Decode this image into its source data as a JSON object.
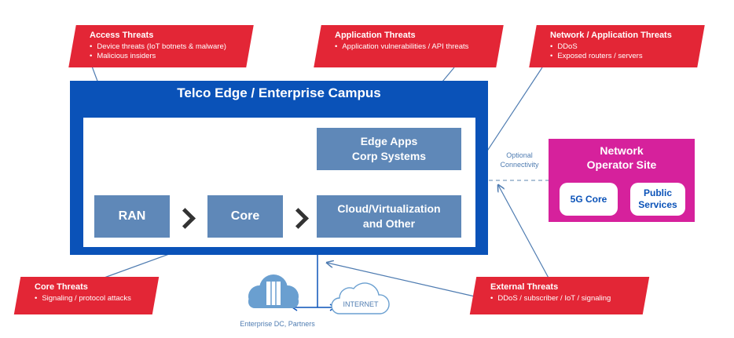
{
  "campus": {
    "title": "Telco Edge / Enterprise Campus",
    "blocks": {
      "edge_apps": "Edge Apps\nCorp Systems",
      "ran": "RAN",
      "core": "Core",
      "cloud": "Cloud/Virtualization\nand Other"
    }
  },
  "operator": {
    "title": "Network\nOperator Site",
    "core_5g": "5G Core",
    "public_services": "Public\nServices"
  },
  "optional_connectivity": "Optional\nConnectivity",
  "enterprise_dc": "Enterprise DC, Partners",
  "internet": "INTERNET",
  "threats": {
    "access": {
      "title": "Access Threats",
      "items": [
        "Device threats (IoT botnets & malware)",
        "Malicious insiders"
      ]
    },
    "application": {
      "title": "Application Threats",
      "items": [
        "Application vulnerabilities / API threats"
      ]
    },
    "network_application": {
      "title": "Network / Application Threats",
      "items": [
        "DDoS",
        "Exposed routers / servers"
      ]
    },
    "core": {
      "title": "Core Threats",
      "items": [
        "Signaling / protocol attacks"
      ]
    },
    "external": {
      "title": "External Threats",
      "items": [
        "DDoS / subscriber / IoT / signaling"
      ]
    }
  },
  "colors": {
    "threat_red": "#e32636",
    "campus_blue": "#0a52b8",
    "block_blue": "#5f88b8",
    "operator_magenta": "#d6219c",
    "cloud_blue": "#6a9fd0"
  }
}
